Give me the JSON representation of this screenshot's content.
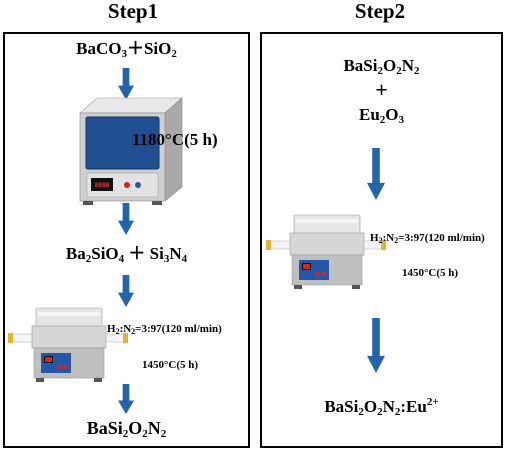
{
  "step1": {
    "title": "Step1",
    "reactants_a": [
      {
        "t": "BaCO"
      },
      {
        "t": "3",
        "sub": true
      },
      {
        "t": "＋SiO"
      },
      {
        "t": "2",
        "sub": true
      }
    ],
    "oven_condition": "1180°C(5 h)",
    "oven_display": "8888",
    "intermediate": [
      {
        "t": "Ba"
      },
      {
        "t": "2",
        "sub": true
      },
      {
        "t": "SiO"
      },
      {
        "t": "4",
        "sub": true
      },
      {
        "t": " ＋ Si"
      },
      {
        "t": "3",
        "sub": true
      },
      {
        "t": "N"
      },
      {
        "t": "4",
        "sub": true
      }
    ],
    "gas_condition": [
      {
        "t": "H"
      },
      {
        "t": "2",
        "sub": true
      },
      {
        "t": ":N"
      },
      {
        "t": "2",
        "sub": true
      },
      {
        "t": "=3:97(120 ml/min)"
      }
    ],
    "furnace_temp": "1450°C(5 h)",
    "product": [
      {
        "t": "BaSi"
      },
      {
        "t": "2",
        "sub": true
      },
      {
        "t": "O"
      },
      {
        "t": "2",
        "sub": true
      },
      {
        "t": "N"
      },
      {
        "t": "2",
        "sub": true
      }
    ]
  },
  "step2": {
    "title": "Step2",
    "reactant_a": [
      {
        "t": "BaSi"
      },
      {
        "t": "2",
        "sub": true
      },
      {
        "t": "O"
      },
      {
        "t": "2",
        "sub": true
      },
      {
        "t": "N"
      },
      {
        "t": "2",
        "sub": true
      }
    ],
    "plus": "+",
    "reactant_b": [
      {
        "t": "Eu"
      },
      {
        "t": "2",
        "sub": true
      },
      {
        "t": "O"
      },
      {
        "t": "3",
        "sub": true
      }
    ],
    "gas_condition": [
      {
        "t": "H"
      },
      {
        "t": "2",
        "sub": true
      },
      {
        "t": ":N"
      },
      {
        "t": "2",
        "sub": true
      },
      {
        "t": "=3:97(120 ml/min)"
      }
    ],
    "furnace_temp": "1450°C(5 h)",
    "product": [
      {
        "t": "BaSi"
      },
      {
        "t": "2",
        "sub": true
      },
      {
        "t": "O"
      },
      {
        "t": "2",
        "sub": true
      },
      {
        "t": "N"
      },
      {
        "t": "2",
        "sub": true
      },
      {
        "t": ":Eu"
      },
      {
        "t": "2+",
        "sup": true
      }
    ]
  },
  "colors": {
    "arrow": "#2265a8",
    "oven_door": "#1f4f91",
    "oven_body": "#c8c8c8",
    "furnace_body": "#d6d6d6",
    "furnace_panel": "#2458a6",
    "indicator": "#e02020",
    "tube_cap": "#e8b030"
  },
  "icons": [
    "down-arrow-icon",
    "muffle-oven-icon",
    "tube-furnace-icon"
  ]
}
